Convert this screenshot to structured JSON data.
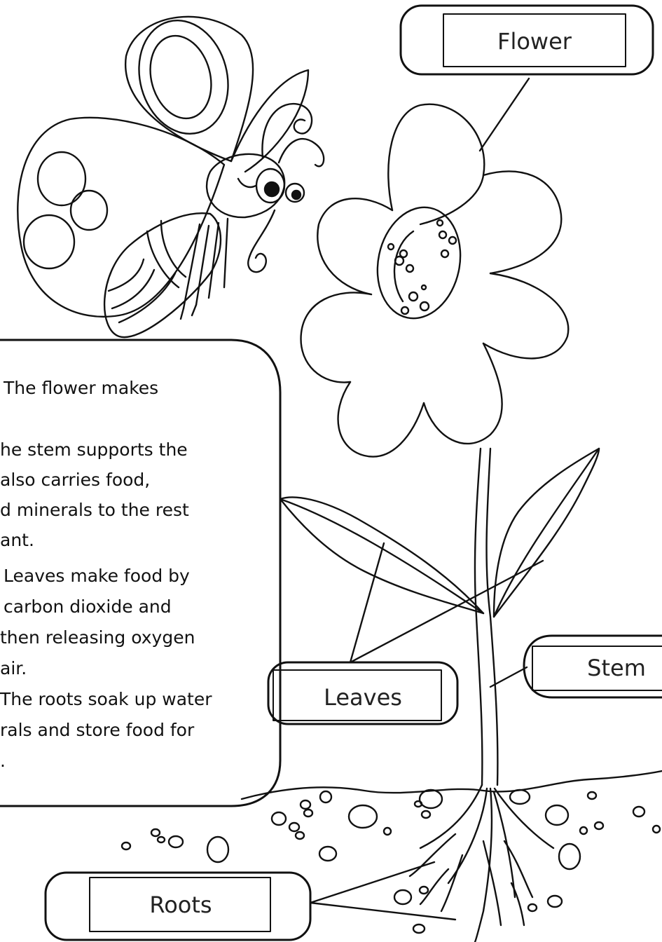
{
  "labels": {
    "flower": "Flower",
    "stem": "Stem",
    "leaves": "Leaves",
    "roots": "Roots"
  },
  "info_lines": [
    "The flower makes",
    "he stem supports the",
    "also carries food,",
    "d minerals to the rest",
    "ant.",
    "Leaves make food by",
    "carbon dioxide and",
    "then releasing oxygen",
    "air.",
    "The roots soak up water",
    "rals and store food for",
    "."
  ]
}
